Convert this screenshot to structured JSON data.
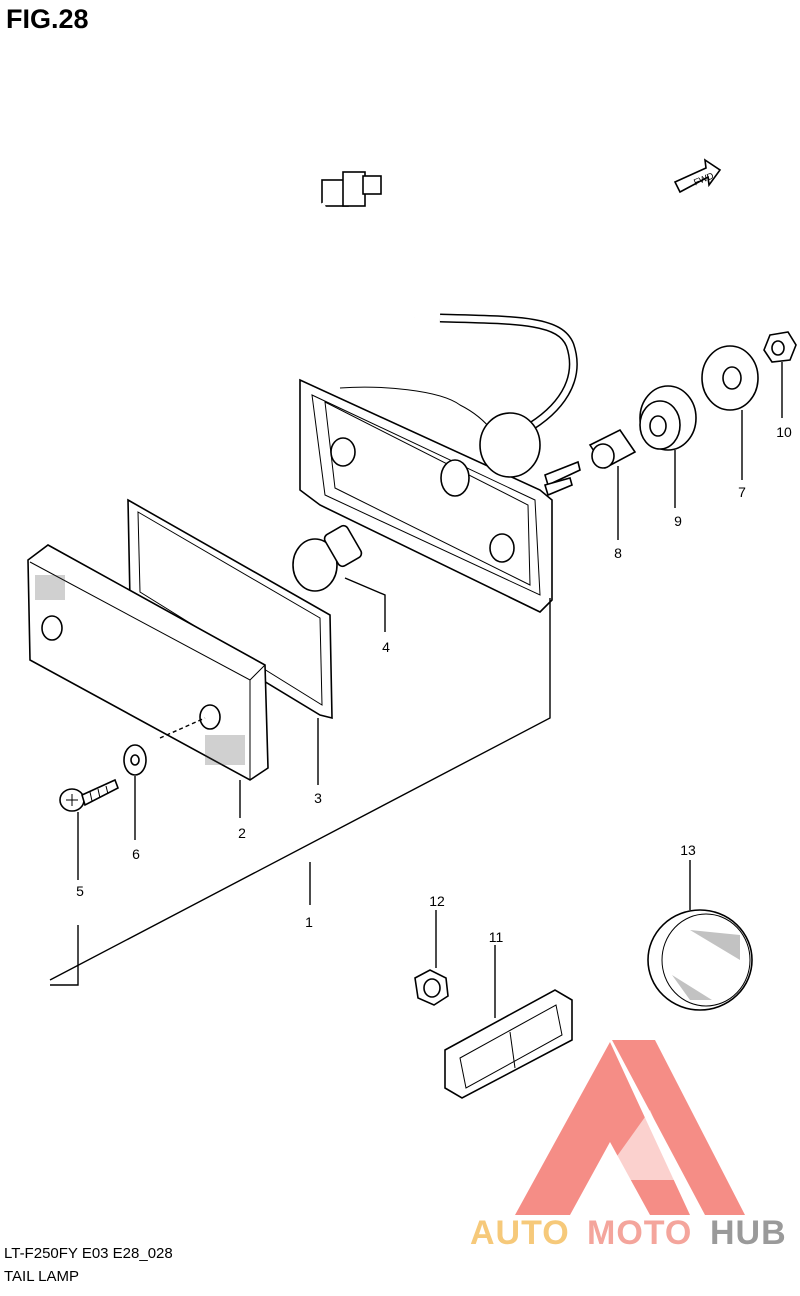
{
  "figure": {
    "title": "FIG.28"
  },
  "footer": {
    "model_code": "LT-F250FY E03 E28_028",
    "section_name": "TAIL LAMP"
  },
  "fwd_badge": "FWD",
  "callouts": [
    {
      "number": "1"
    },
    {
      "number": "2"
    },
    {
      "number": "3"
    },
    {
      "number": "4"
    },
    {
      "number": "5"
    },
    {
      "number": "6"
    },
    {
      "number": "7"
    },
    {
      "number": "8"
    },
    {
      "number": "9"
    },
    {
      "number": "10"
    },
    {
      "number": "11"
    },
    {
      "number": "12"
    },
    {
      "number": "13"
    }
  ],
  "watermark": {
    "parts": [
      "AUTO",
      "MOTO",
      "HUB"
    ],
    "colors": {
      "auto": "#f6c97a",
      "moto": "#f4a59c",
      "hub": "#9a9a9a",
      "logo": "#f47a72"
    }
  }
}
